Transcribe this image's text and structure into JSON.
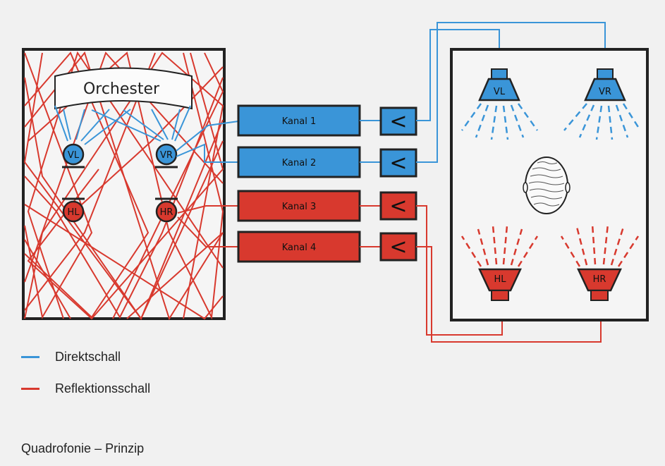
{
  "colors": {
    "direct": "#3a95d8",
    "reflection": "#d8392e",
    "frame": "#222222",
    "background": "#f1f1f1"
  },
  "hall": {
    "stage_label": "Orchester",
    "microphones": {
      "front_left": "VL",
      "front_right": "VR",
      "rear_left": "HL",
      "rear_right": "HR"
    }
  },
  "channels": [
    "Kanal 1",
    "Kanal 2",
    "Kanal 3",
    "Kanal 4"
  ],
  "amplifier_symbol": "<",
  "room": {
    "speakers": {
      "front_left": "VL",
      "front_right": "VR",
      "rear_left": "HL",
      "rear_right": "HR"
    }
  },
  "legend": {
    "direct_label": "Direktschall",
    "reflection_label": "Reflektionsschall"
  },
  "caption": "Quadrofonie – Prinzip"
}
